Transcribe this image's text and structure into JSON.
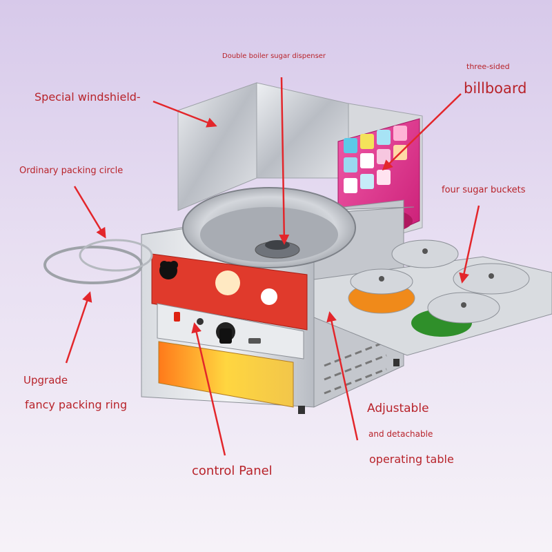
{
  "labels": {
    "dispenser": "Double boiler sugar dispenser",
    "three_sided": "three-sided",
    "billboard": "billboard",
    "windshield": "Special windshield-",
    "ordinary_circle": "Ordinary packing circle",
    "sugar_buckets": "four sugar buckets",
    "upgrade": "Upgrade",
    "fancy_ring": "fancy packing ring",
    "adjustable": "Adjustable",
    "detachable": "and detachable",
    "operating_table": "operating table",
    "control_panel": "control Panel"
  },
  "colors": {
    "arrow": "#e3262b",
    "label": "#b8232a",
    "background": "#d7c9ea",
    "steel": "#c9ccd2",
    "red_panel": "#e03a2c",
    "billboard": "#e8318c"
  }
}
